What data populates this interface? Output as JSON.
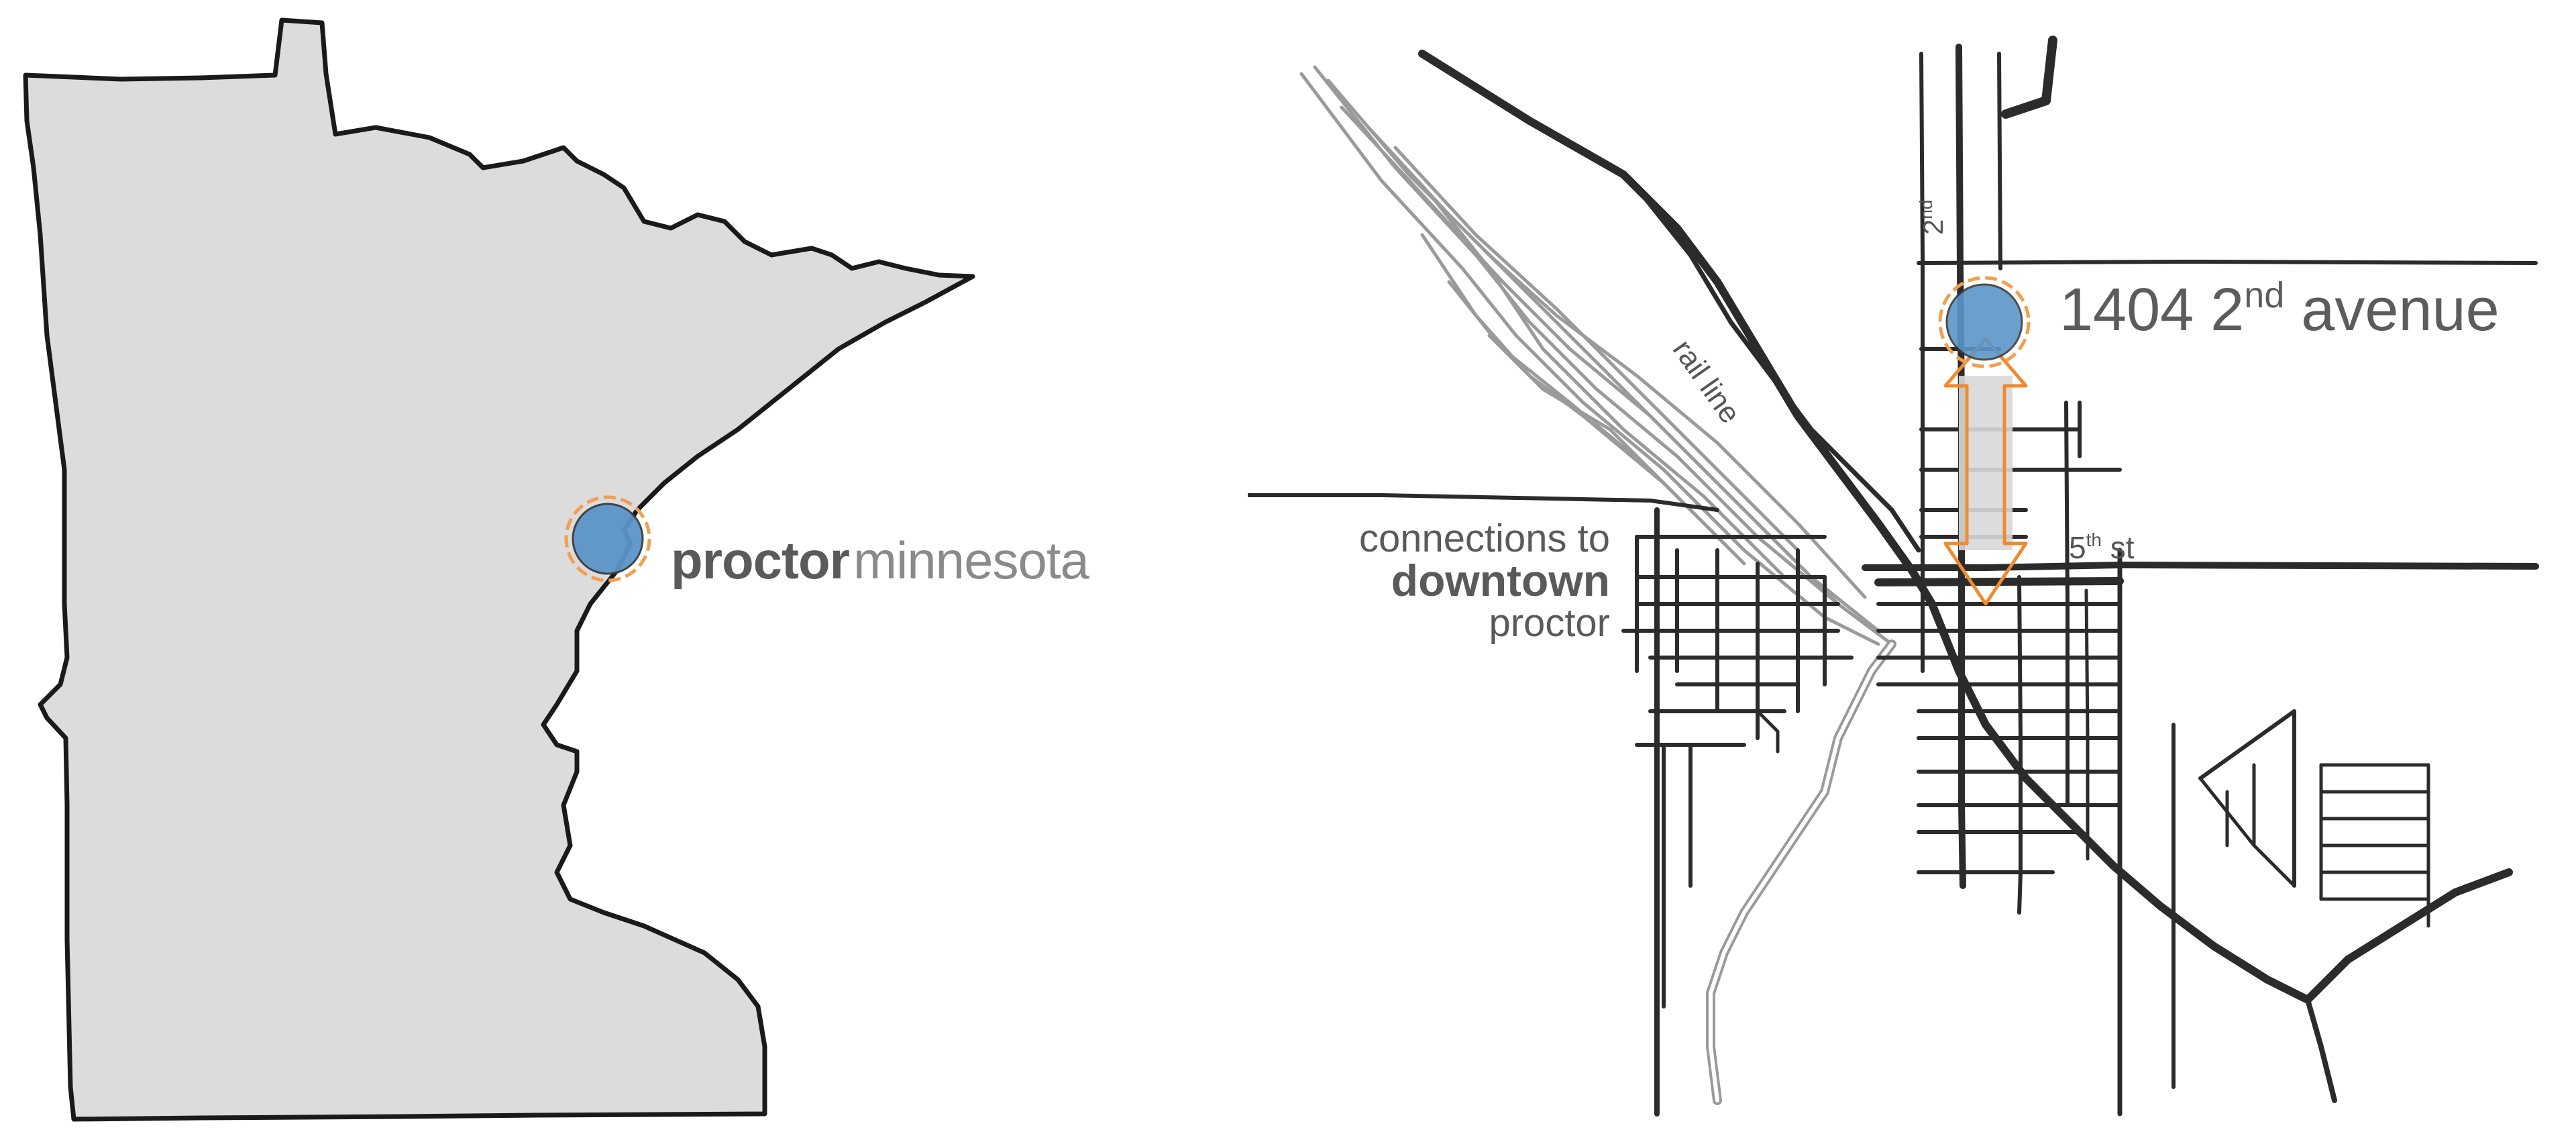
{
  "state_map": {
    "label_bold": "proctor",
    "label_light": "minnesota",
    "fill_color": "#dcdcdc",
    "outline_color": "#1a1a1a",
    "marker_color": "#5b95c9",
    "ring_color": "#f0a050"
  },
  "town_map": {
    "address_number": "1404 2",
    "address_sup": "nd",
    "address_rest": " avenue",
    "street_2nd_main": "2",
    "street_2nd_sup": "nd",
    "street_5th_main": "5",
    "street_5th_sup": "th",
    "street_5th_rest": " st",
    "rail_label": "rail line",
    "connections_line1": "connections to",
    "connections_line2": "downtown",
    "connections_line3": "proctor",
    "road_color": "#2b2b2b",
    "rail_color": "#9a9a9a",
    "arrow_color": "#f08a30"
  }
}
